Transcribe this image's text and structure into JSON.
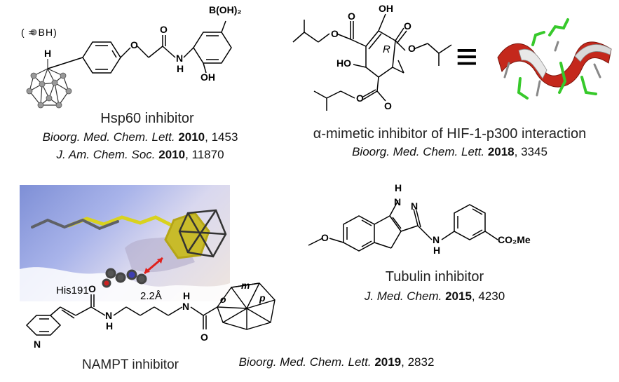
{
  "hsp60": {
    "name": "Hsp60 inhibitor",
    "ref1_journal": "Bioorg. Med. Chem. Lett.",
    "ref1_year": "2010",
    "ref1_page": ", 1453",
    "ref2_journal": "J. Am. Chem. Soc.",
    "ref2_year": "2010",
    "ref2_page": ", 11870",
    "legend": "( = BH)",
    "atoms": {
      "H": "H",
      "O_ether": "O",
      "O_carbonyl": "O",
      "N": "N",
      "H_amide": "H",
      "boronic": "B(OH)₂",
      "OH": "OH"
    }
  },
  "hif": {
    "name": "α-mimetic inhibitor of HIF-1-p300 interaction",
    "ref_journal": "Bioorg. Med. Chem. Lett.",
    "ref_year": "2018",
    "ref_page": ", 3345",
    "atoms": {
      "OH_top": "OH",
      "HO_left": "HO",
      "R": "R"
    },
    "equiv_symbol": "≡"
  },
  "tubulin": {
    "name": "Tubulin inhibitor",
    "ref_journal": "J. Med. Chem.",
    "ref_year": "2015",
    "ref_page": ", 4230",
    "atoms": {
      "NH_ring": "N",
      "H_ring": "H",
      "N_ring2": "N",
      "N_link": "N",
      "H_link": "H",
      "ester": "CO₂Me"
    }
  },
  "nampt": {
    "name": "NAMPT inhibitor",
    "ref_journal": "Bioorg. Med. Chem. Lett.",
    "ref_year": "2019",
    "ref_page": ", 2832",
    "his_label": "His191",
    "distance_label": "2.2Å",
    "atoms": {
      "N_pyr": "N",
      "N1": "N",
      "H1": "H",
      "N2": "N",
      "H2": "H",
      "m": "m",
      "o": "o",
      "p": "p"
    }
  }
}
